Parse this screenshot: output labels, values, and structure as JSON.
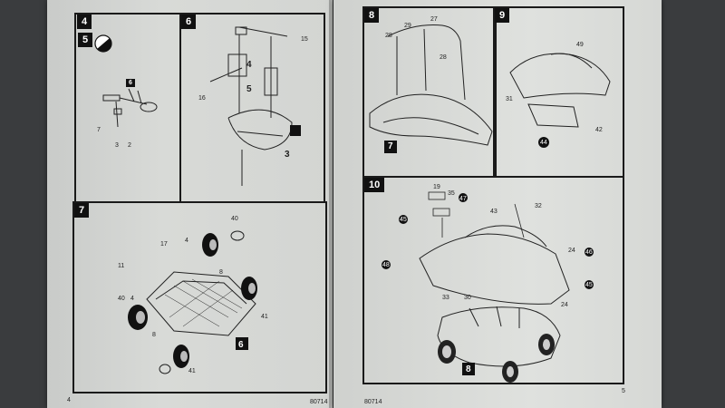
{
  "left_page": {
    "page_number": "4",
    "code": "80714",
    "steps": {
      "s4": "4",
      "s5": "5",
      "s6": "6",
      "s7": "7"
    },
    "callouts": {
      "p4_box": "6",
      "p7_box": "3",
      "p7a": "7",
      "p7b": "3",
      "p7c": "2",
      "p6_15": "15",
      "p6_16": "16",
      "p6_4": "4",
      "p6_5": "5",
      "p6_3": "3",
      "p7_40a": "40",
      "p7_17": "17",
      "p7_4a": "4",
      "p7_11": "11",
      "p7_8a": "8",
      "p7_40b": "40",
      "p7_4b": "4",
      "p7_41a": "41",
      "p7_8b": "8",
      "p7_6": "6",
      "p7_41b": "41"
    }
  },
  "right_page": {
    "page_number": "5",
    "code": "80714",
    "steps": {
      "s8": "8",
      "s9": "9",
      "s10": "10"
    },
    "callouts": {
      "p8_29": "29",
      "p8_27": "27",
      "p8_28a": "28",
      "p8_28b": "28",
      "p8_7": "7",
      "p9_49": "49",
      "p9_31": "31",
      "p9_42": "42",
      "p9_44": "44",
      "p10_19": "19",
      "p10_35": "35",
      "p10_47": "47",
      "p10_43": "43",
      "p10_32": "32",
      "p10_45a": "45",
      "p10_48": "48",
      "p10_24a": "24",
      "p10_46": "46",
      "p10_45b": "45",
      "p10_33": "33",
      "p10_30": "30",
      "p10_24b": "24",
      "p10_8": "8"
    }
  }
}
